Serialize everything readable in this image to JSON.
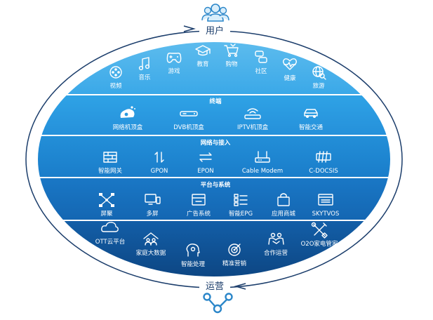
{
  "top": {
    "label": "用户",
    "icon": "users-icon"
  },
  "bottom": {
    "label": "运营",
    "icon": "network-nodes-icon"
  },
  "services": {
    "items": [
      {
        "label": "视频",
        "icon": "film-reel-icon"
      },
      {
        "label": "音乐",
        "icon": "music-note-icon"
      },
      {
        "label": "游戏",
        "icon": "gamepad-icon"
      },
      {
        "label": "教育",
        "icon": "graduation-cap-icon"
      },
      {
        "label": "购物",
        "icon": "shopping-cart-icon"
      },
      {
        "label": "社区",
        "icon": "chat-bubbles-icon"
      },
      {
        "label": "健康",
        "icon": "heart-pulse-icon"
      },
      {
        "label": "旅游",
        "icon": "globe-search-icon"
      }
    ]
  },
  "terminal": {
    "title": "终端",
    "items": [
      {
        "label": "网络机顶盒",
        "icon": "set-top-box-icon"
      },
      {
        "label": "DVB机顶盒",
        "icon": "dvb-box-icon"
      },
      {
        "label": "IPTV机顶盒",
        "icon": "wifi-box-icon"
      },
      {
        "label": "智能交通",
        "icon": "car-icon"
      }
    ]
  },
  "network": {
    "title": "网络与接入",
    "items": [
      {
        "label": "智能网关",
        "icon": "firewall-icon"
      },
      {
        "label": "GPON",
        "icon": "arrows-vertical-icon"
      },
      {
        "label": "EPON",
        "icon": "arrows-horizontal-icon"
      },
      {
        "label": "Cable Modem",
        "icon": "modem-icon"
      },
      {
        "label": "C-DOCSIS",
        "icon": "cmts-icon"
      }
    ]
  },
  "platform": {
    "title": "平台与系统",
    "items": [
      {
        "label": "屏聚",
        "icon": "screen-cluster-icon"
      },
      {
        "label": "多屏",
        "icon": "multi-screen-icon"
      },
      {
        "label": "广告系统",
        "icon": "ad-box-icon"
      },
      {
        "label": "智能EPG",
        "icon": "epg-list-icon"
      },
      {
        "label": "应用商城",
        "icon": "shopping-bag-icon"
      },
      {
        "label": "SKYTVOS",
        "icon": "os-window-icon"
      }
    ]
  },
  "operations": {
    "items": [
      {
        "label": "OTT云平台",
        "icon": "cloud-icon"
      },
      {
        "label": "家庭大数据",
        "icon": "house-people-icon"
      },
      {
        "label": "智能处理",
        "icon": "brain-head-icon"
      },
      {
        "label": "精准营销",
        "icon": "target-icon"
      },
      {
        "label": "合作运营",
        "icon": "partnership-icon"
      },
      {
        "label": "O2O家电管家",
        "icon": "tools-icon"
      }
    ]
  },
  "colors": {
    "services_band": "#ffffff",
    "terminal_band": "#2a9ae0",
    "network_band": "#1e86d2",
    "platform_band": "#1770bd",
    "operations_band": "#0f4f96",
    "outline": "#1b3d6b"
  }
}
